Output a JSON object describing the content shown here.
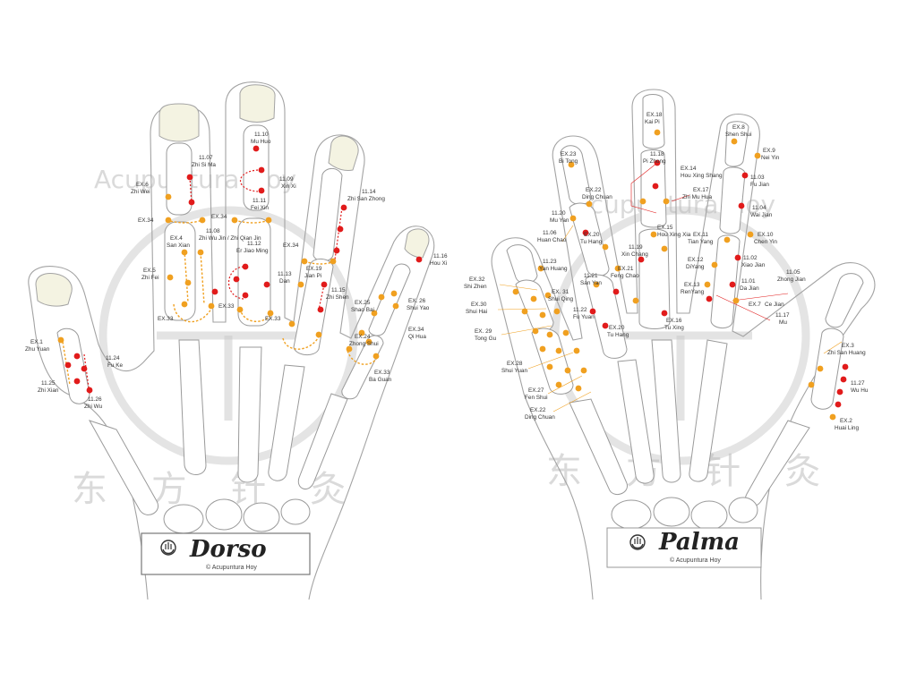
{
  "colors": {
    "red_point": "#e11b1b",
    "orange_point": "#f0a020",
    "outline": "#a3a3a3",
    "nail": "#f4f3e2",
    "watermark": "#bdbdbd"
  },
  "watermark": {
    "text": "Acupuntura Hoy",
    "chinese": "东 方 针 灸"
  },
  "panels": {
    "dorso": {
      "title": "Dorso",
      "copyright": "© Acupuntura Hoy",
      "logo_icon": "acupuncture-logo-icon",
      "labels": [
        {
          "code": "11.07",
          "name": "Zhi Si Ma"
        },
        {
          "code": "EX.6",
          "name": "Zhi Wei"
        },
        {
          "code": "11.10",
          "name": "Mu Huo"
        },
        {
          "code": "11.09",
          "name": "Xin Xi"
        },
        {
          "code": "11.11",
          "name": "Fei Xin"
        },
        {
          "code": "11.14",
          "name": "Zhi San Zhong"
        },
        {
          "code": "EX.34",
          "name": ""
        },
        {
          "code": "EX.34",
          "name": ""
        },
        {
          "code": "EX.4",
          "name": "San Xian"
        },
        {
          "code": "11.08",
          "name": "Zhi Wu Jin / Zhi Qian Jin"
        },
        {
          "code": "11.12",
          "name": "Er Jiao Ming"
        },
        {
          "code": "EX.34",
          "name": ""
        },
        {
          "code": "11.16",
          "name": "Hou Xi"
        },
        {
          "code": "EX.5",
          "name": "Zhi Fei"
        },
        {
          "code": "11.13",
          "name": "Dan"
        },
        {
          "code": "EX.19",
          "name": "Jian Pi"
        },
        {
          "code": "11.15",
          "name": "Zhi Shen"
        },
        {
          "code": "EX. 26",
          "name": "Shui Yao"
        },
        {
          "code": "EX.25",
          "name": "Shao Bai"
        },
        {
          "code": "EX.33",
          "name": ""
        },
        {
          "code": "EX.33",
          "name": ""
        },
        {
          "code": "EX.33",
          "name": ""
        },
        {
          "code": "EX.34",
          "name": "Qi Hua"
        },
        {
          "code": "EX.24",
          "name": "Zhong Shui"
        },
        {
          "code": "EX.1",
          "name": "Zhu Yuan"
        },
        {
          "code": "11.24",
          "name": "Fu Ke"
        },
        {
          "code": "EX.33",
          "name": "Ba Guan"
        },
        {
          "code": "11.25",
          "name": "Zhi Xian"
        },
        {
          "code": "11.26",
          "name": "Zhi Wu"
        }
      ]
    },
    "palma": {
      "title": "Palma",
      "copyright": "© Acupuntura Hoy",
      "logo_icon": "acupuncture-logo-icon",
      "labels": [
        {
          "code": "EX.18",
          "name": "Kai Pi"
        },
        {
          "code": "EX.8",
          "name": "Shen Shui"
        },
        {
          "code": "EX.23",
          "name": "Bi Tong"
        },
        {
          "code": "11.18",
          "name": "Pi Zhong"
        },
        {
          "code": "EX.9",
          "name": "Nei Yin"
        },
        {
          "code": "EX.14",
          "name": "Hou Xing Shang"
        },
        {
          "code": "11.03",
          "name": "Fu Jian"
        },
        {
          "code": "EX.22",
          "name": "Ding Chuan"
        },
        {
          "code": "EX.17",
          "name": "Zhi Mu Hua"
        },
        {
          "code": "11.04",
          "name": "Wai Jian"
        },
        {
          "code": "11.20",
          "name": "Mu Yan"
        },
        {
          "code": "EX.15",
          "name": "Hou Xing Xia"
        },
        {
          "code": "EX.11",
          "name": "Tian Yang"
        },
        {
          "code": "EX.10",
          "name": "Chen Yin"
        },
        {
          "code": "11.06",
          "name": "Huan Chao"
        },
        {
          "code": "EX.20",
          "name": "Tu Hang"
        },
        {
          "code": "11.19",
          "name": "Xin Chang"
        },
        {
          "code": "EX.12",
          "name": "DiYang"
        },
        {
          "code": "11.02",
          "name": "Xiao Jian"
        },
        {
          "code": "11.23",
          "name": "Yan Huang"
        },
        {
          "code": "EX.21",
          "name": "Feng Chao"
        },
        {
          "code": "11.05",
          "name": "Zhong Jian"
        },
        {
          "code": "EX.32",
          "name": "Shi Zhen"
        },
        {
          "code": "11.21",
          "name": "San Yan"
        },
        {
          "code": "EX.13",
          "name": "RenYang"
        },
        {
          "code": "11.01",
          "name": "Da Jian"
        },
        {
          "code": "EX. 31",
          "name": "Shui Qing"
        },
        {
          "code": "EX.7",
          "name": "Ce Jian"
        },
        {
          "code": "EX.30",
          "name": "Shui Hai"
        },
        {
          "code": "11.22",
          "name": "Fu Yuan"
        },
        {
          "code": "EX.16",
          "name": "Tu Xing"
        },
        {
          "code": "11.17",
          "name": "Mu"
        },
        {
          "code": "EX. 29",
          "name": "Tong Gu"
        },
        {
          "code": "EX.20",
          "name": "Tu Hang"
        },
        {
          "code": "EX.3",
          "name": "Zhi San Huang"
        },
        {
          "code": "EX.28",
          "name": "Shui Yuan"
        },
        {
          "code": "11.27",
          "name": "Wu Hu"
        },
        {
          "code": "EX.27",
          "name": "Fen Shui"
        },
        {
          "code": "EX.22",
          "name": "Ding Chuan"
        },
        {
          "code": "EX.2",
          "name": "Huai Ling"
        }
      ]
    }
  }
}
